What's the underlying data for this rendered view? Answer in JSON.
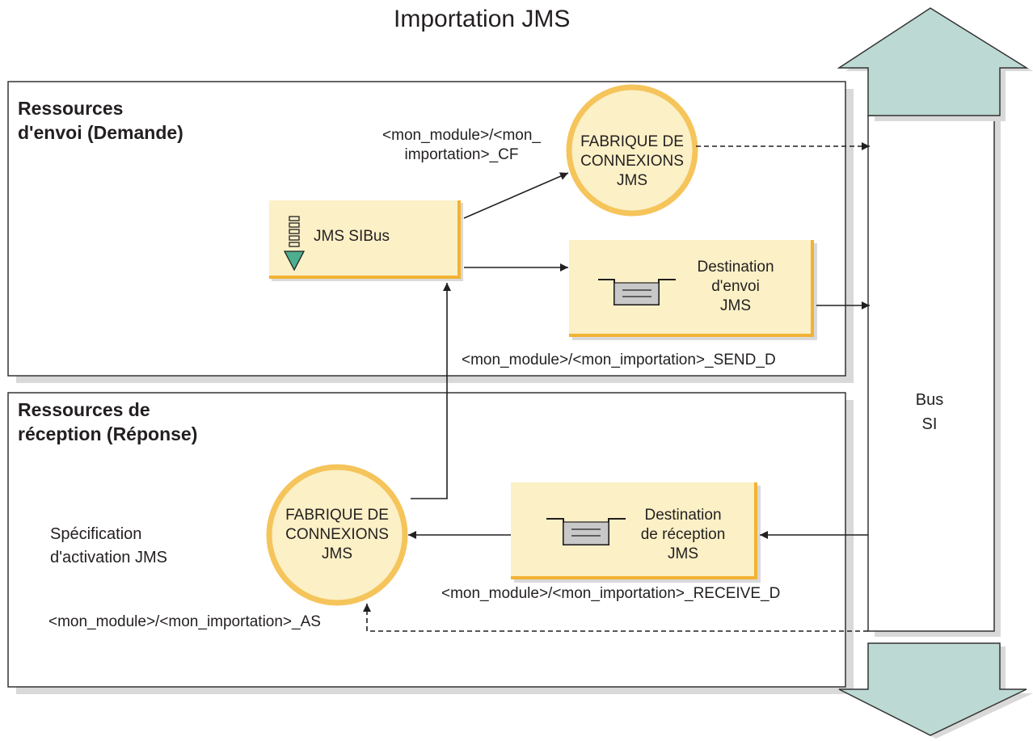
{
  "title": "Importation JMS",
  "send_section": {
    "heading_line1": "Ressources",
    "heading_line2": "d'envoi (Demande)",
    "cf_name_line1": "<mon_module>/<mon_",
    "cf_name_line2": "importation>_CF",
    "connection_factory": {
      "line1": "FABRIQUE DE",
      "line2": "CONNEXIONS",
      "line3": "JMS"
    },
    "sibus_label": "JMS SIBus",
    "destination": {
      "line1": "Destination",
      "line2": "d'envoi",
      "line3": "JMS"
    },
    "destination_name": "<mon_module>/<mon_importation>_SEND_D"
  },
  "receive_section": {
    "heading_line1": "Ressources de",
    "heading_line2": "réception (Réponse)",
    "activation_spec_line1": "Spécification",
    "activation_spec_line2": "d'activation JMS",
    "connection_factory": {
      "line1": "FABRIQUE DE",
      "line2": "CONNEXIONS",
      "line3": "JMS"
    },
    "destination": {
      "line1": "Destination",
      "line2": "de réception",
      "line3": "JMS"
    },
    "destination_name": "<mon_module>/<mon_importation>_RECEIVE_D",
    "as_name": "<mon_module>/<mon_importation>_AS"
  },
  "bus": {
    "line1": "Bus",
    "line2": "SI"
  },
  "colors": {
    "box_fill": "#fbf0c6",
    "box_border": "#f2b233",
    "circle_fill": "#fbf0c6",
    "circle_border": "#f5c45a",
    "arrow_fill": "#bcd9d3",
    "outline": "#333333",
    "shadow": "#d9d9d9",
    "sibus_icon": "#4caf8e"
  }
}
